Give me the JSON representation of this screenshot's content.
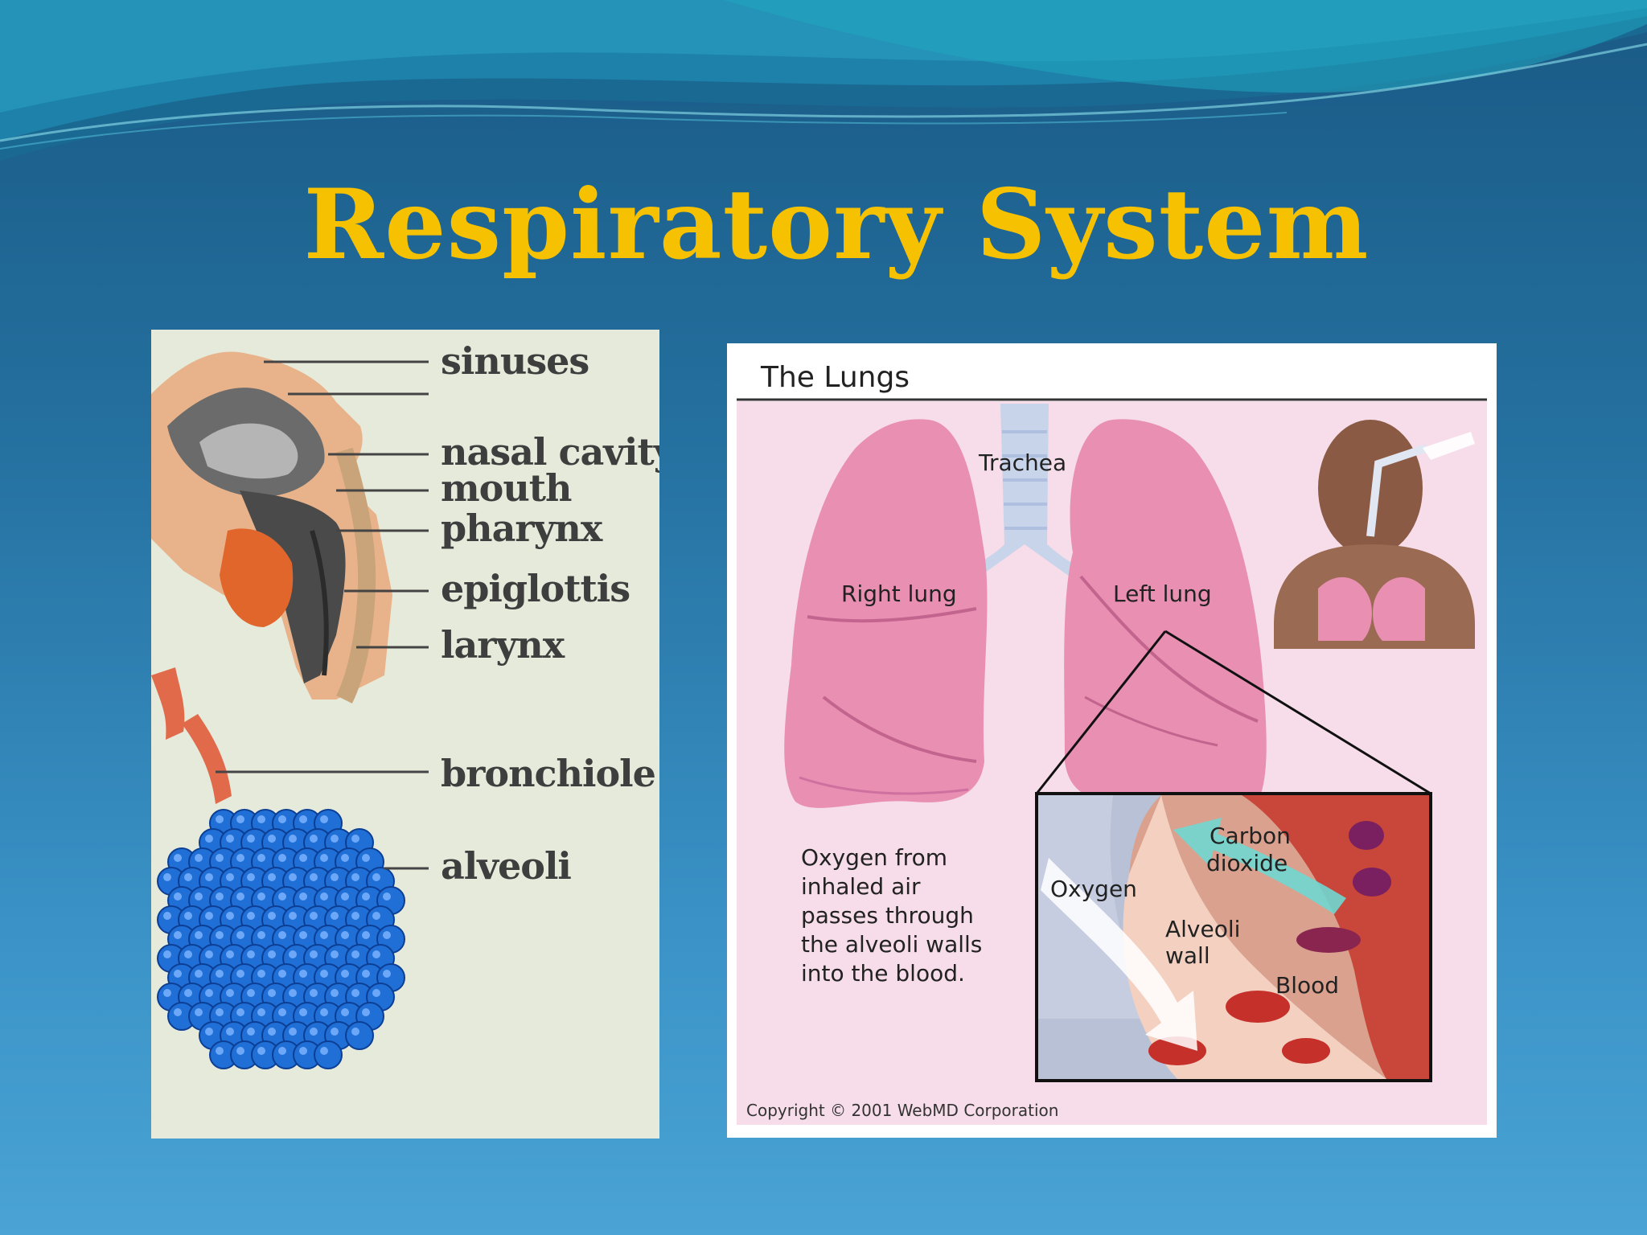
{
  "slide": {
    "title": "Respiratory System",
    "colors": {
      "background": "#24709f",
      "title": "#f6c100"
    }
  },
  "left_figure": {
    "labels": {
      "sinuses": "sinuses",
      "nasal_cavity": "nasal cavity",
      "mouth": "mouth",
      "pharynx": "pharynx",
      "epiglottis": "epiglottis",
      "larynx": "larynx",
      "bronchiole": "bronchiole",
      "alveoli": "alveoli"
    }
  },
  "right_figure": {
    "heading": "The Lungs",
    "labels": {
      "trachea": "Trachea",
      "right_lung": "Right lung",
      "left_lung": "Left lung",
      "carbon_dioxide_1": "Carbon",
      "carbon_dioxide_2": "dioxide",
      "oxygen": "Oxygen",
      "alveoli_wall_1": "Alveoli",
      "alveoli_wall_2": "wall",
      "blood": "Blood"
    },
    "caption": [
      "Oxygen from",
      "inhaled air",
      "passes through",
      "the alveoli walls",
      "into the blood."
    ],
    "copyright": "Copyright © 2001 WebMD Corporation"
  }
}
